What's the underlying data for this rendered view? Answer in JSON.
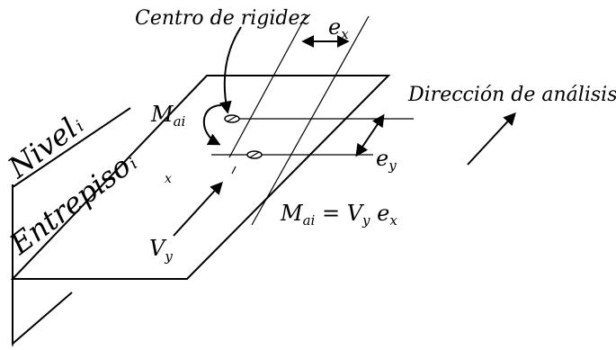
{
  "labels": {
    "centro": "Centro de rigidez",
    "ex": "e",
    "ex_sub": "x",
    "direccion": "Dirección de análisis",
    "mai": "M",
    "mai_sub": "ai",
    "ey": "e",
    "ey_sub": "y",
    "nivel": "Nivel",
    "nivel_i": "i",
    "entrepiso": "Entrepiso",
    "entrepiso_i": "i",
    "x_mark": "x",
    "vy": "V",
    "vy_sub": "y",
    "formula_m": "M",
    "formula_m_sub": "ai",
    "formula_eq": " = ",
    "formula_v": "V",
    "formula_v_sub": "y",
    "formula_e": " e",
    "formula_e_sub": "x"
  }
}
